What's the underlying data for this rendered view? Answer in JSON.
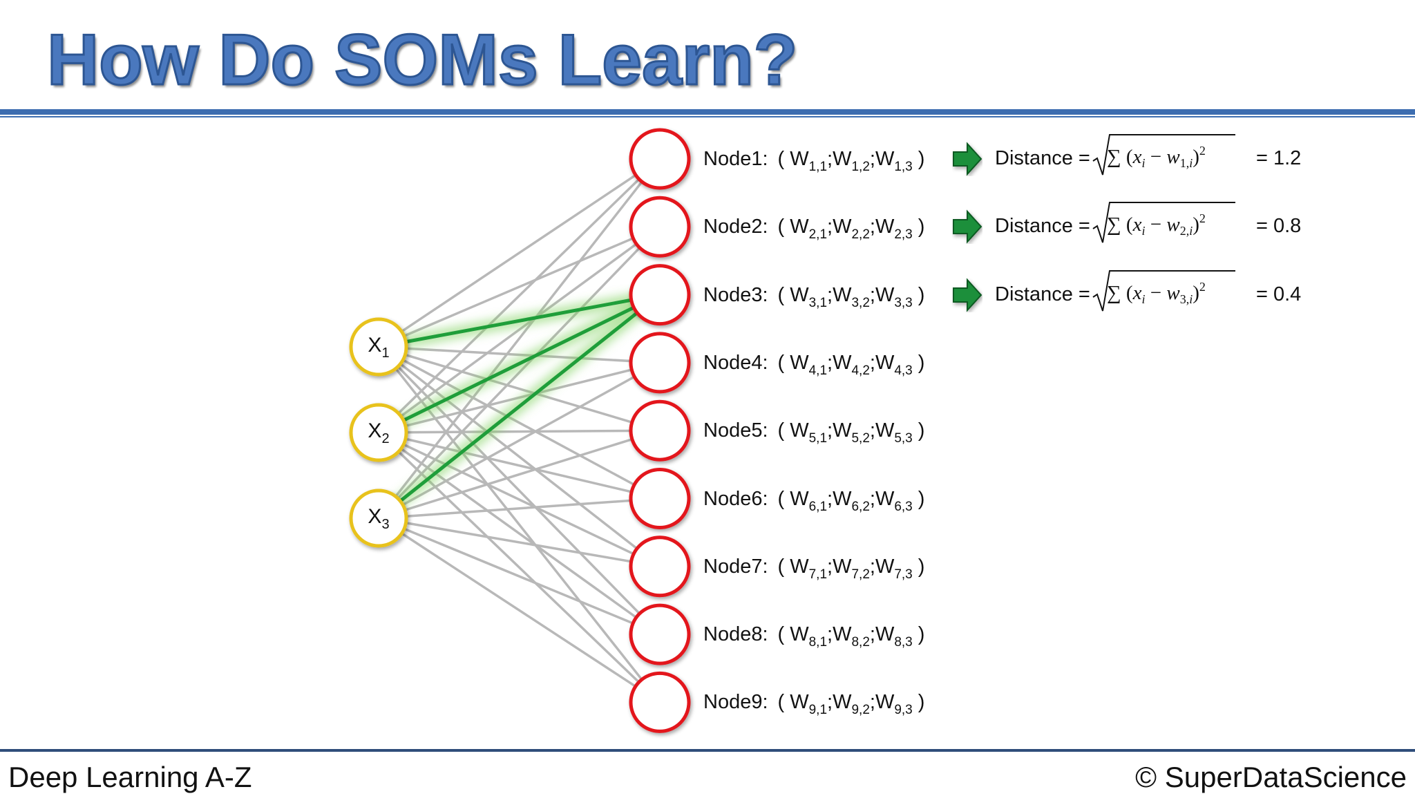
{
  "title": "How Do SOMs Learn?",
  "footer": {
    "left": "Deep Learning A-Z",
    "right": "© SuperDataScience"
  },
  "colors": {
    "title": "#4a78be",
    "input_node_stroke": "#e8c21a",
    "output_node_stroke": "#e3141b",
    "edge": "#b8b8b8",
    "highlight_edge": "#1f9e3a",
    "arrow": "#1a8f3a",
    "rule": "#3d6db0"
  },
  "inputs": [
    {
      "name": "X",
      "sub": "1"
    },
    {
      "name": "X",
      "sub": "2"
    },
    {
      "name": "X",
      "sub": "3"
    }
  ],
  "nodes": [
    {
      "label": "Node1:",
      "i": "1"
    },
    {
      "label": "Node2:",
      "i": "2"
    },
    {
      "label": "Node3:",
      "i": "3"
    },
    {
      "label": "Node4:",
      "i": "4"
    },
    {
      "label": "Node5:",
      "i": "5"
    },
    {
      "label": "Node6:",
      "i": "6"
    },
    {
      "label": "Node7:",
      "i": "7"
    },
    {
      "label": "Node8:",
      "i": "8"
    },
    {
      "label": "Node9:",
      "i": "9"
    }
  ],
  "highlighted_node": 3,
  "distances": [
    {
      "label": "Distance =",
      "w_index": "1",
      "value": "= 1.2"
    },
    {
      "label": "Distance =",
      "w_index": "2",
      "value": "= 0.8"
    },
    {
      "label": "Distance =",
      "w_index": "3",
      "value": "= 0.4"
    }
  ]
}
